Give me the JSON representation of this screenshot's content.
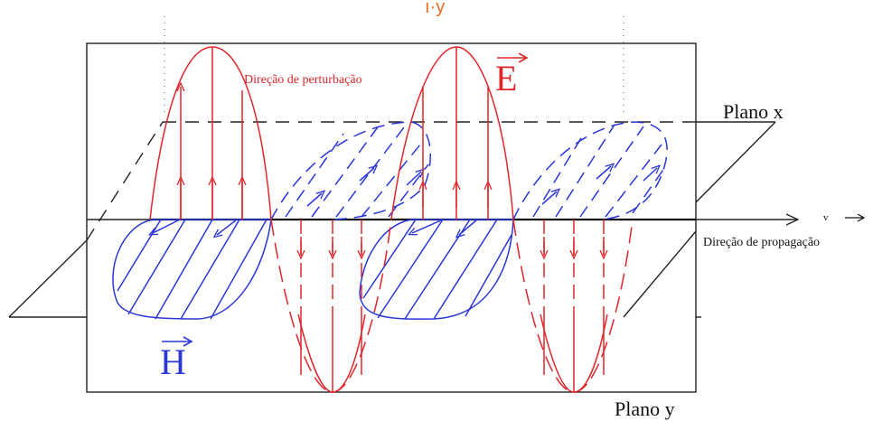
{
  "top_fragment": "ı́·y",
  "labels": {
    "disturbance_direction": "Direção de perturbação",
    "e_field": "E",
    "h_field": "H",
    "plane_x": "Plano x",
    "plane_y": "Plano y",
    "velocity": "v",
    "propagation_direction": "Direção de propagação"
  },
  "colors": {
    "electric": "#e0262b",
    "magnetic": "#2a36d6",
    "frame": "#222222",
    "title_fragment": "#f06a1c"
  }
}
